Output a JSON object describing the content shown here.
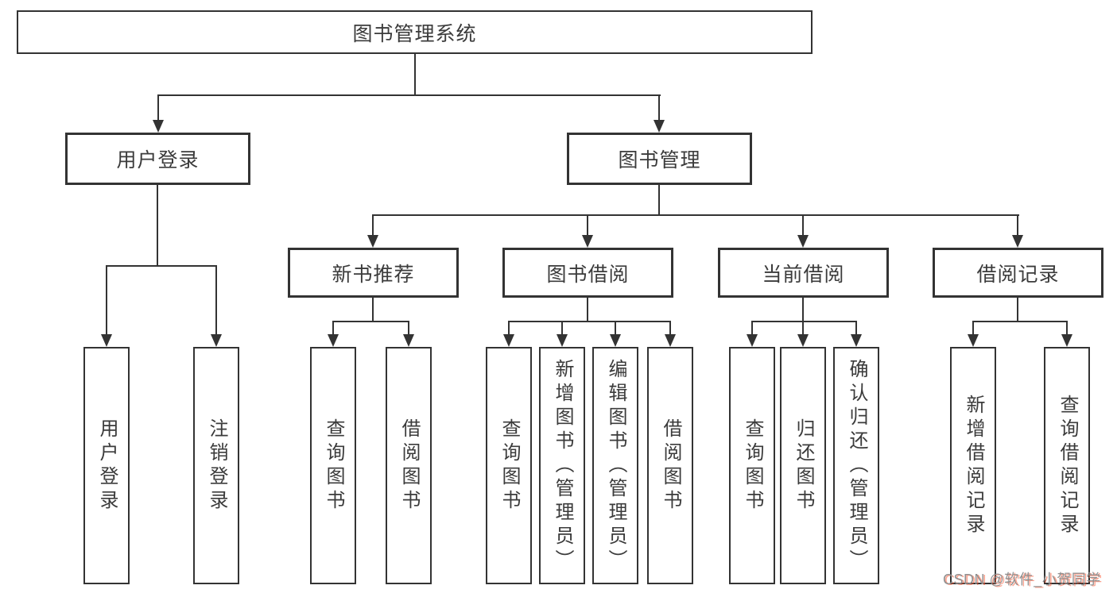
{
  "tree": {
    "root": {
      "label": "图书管理系统"
    },
    "level2": [
      {
        "label": "用户登录"
      },
      {
        "label": "图书管理"
      }
    ],
    "level3": [
      {
        "label": "新书推荐",
        "parent": "图书管理"
      },
      {
        "label": "图书借阅",
        "parent": "图书管理"
      },
      {
        "label": "当前借阅",
        "parent": "图书管理"
      },
      {
        "label": "借阅记录",
        "parent": "图书管理"
      }
    ],
    "leaves": [
      {
        "label": "用户登录",
        "parent": "用户登录"
      },
      {
        "label": "注销登录",
        "parent": "用户登录"
      },
      {
        "label": "查询图书",
        "parent": "新书推荐"
      },
      {
        "label": "借阅图书",
        "parent": "新书推荐"
      },
      {
        "label": "查询图书",
        "parent": "图书借阅"
      },
      {
        "label": "新增图书（管理员）",
        "parent": "图书借阅"
      },
      {
        "label": "编辑图书（管理员）",
        "parent": "图书借阅"
      },
      {
        "label": "借阅图书",
        "parent": "图书借阅"
      },
      {
        "label": "查询图书",
        "parent": "当前借阅"
      },
      {
        "label": "归还图书",
        "parent": "当前借阅"
      },
      {
        "label": "确认归还（管理员）",
        "parent": "当前借阅"
      },
      {
        "label": "新增借阅记录",
        "parent": "借阅记录"
      },
      {
        "label": "查询借阅记录",
        "parent": "借阅记录"
      }
    ]
  },
  "watermark": {
    "text": "CSDN @软件_小贺同学"
  },
  "colors": {
    "line": "#333333",
    "text": "#3b3b3b",
    "background": "#ffffff",
    "watermark_gray": "#909090",
    "watermark_red": "#fc5531"
  }
}
